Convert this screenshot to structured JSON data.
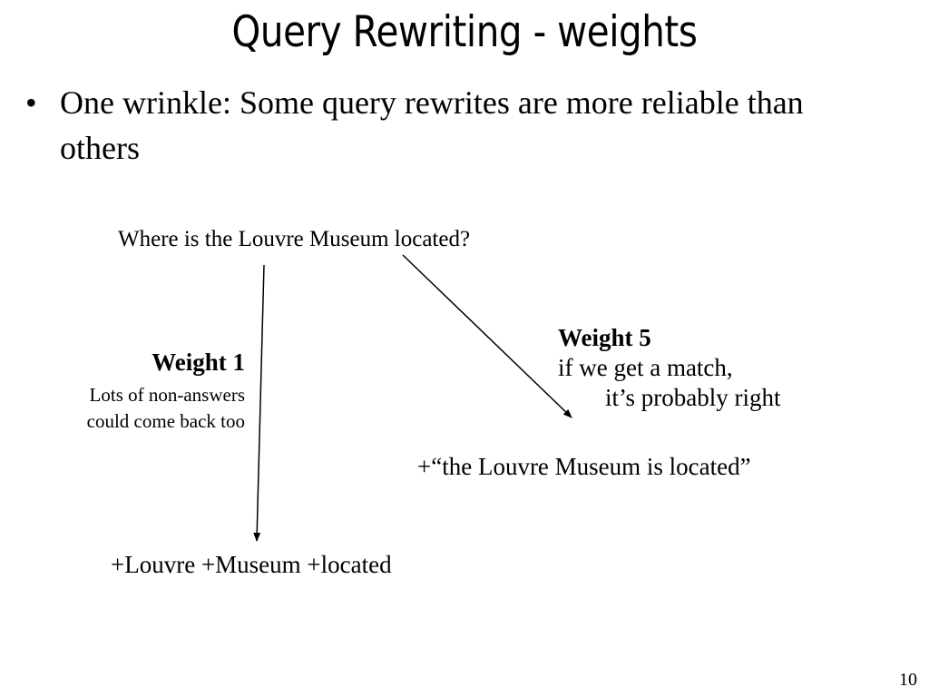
{
  "slide": {
    "title": "Query Rewriting - weights",
    "bullet_symbol": "•",
    "bullet_text": "One wrinkle: Some query rewrites are more reliable than others",
    "question": "Where is the Louvre Museum located?",
    "weight_low": {
      "title": "Weight  1",
      "note_line1": "Lots of non-answers",
      "note_line2": "could come back too"
    },
    "weight_high": {
      "title": "Weight  5",
      "line1": "if we get a match,",
      "line2": "it’s probably right"
    },
    "rewrite_phrase": "+“the Louvre Museum is located”",
    "rewrite_terms": "+Louvre +Museum +located",
    "page_number": "10"
  }
}
